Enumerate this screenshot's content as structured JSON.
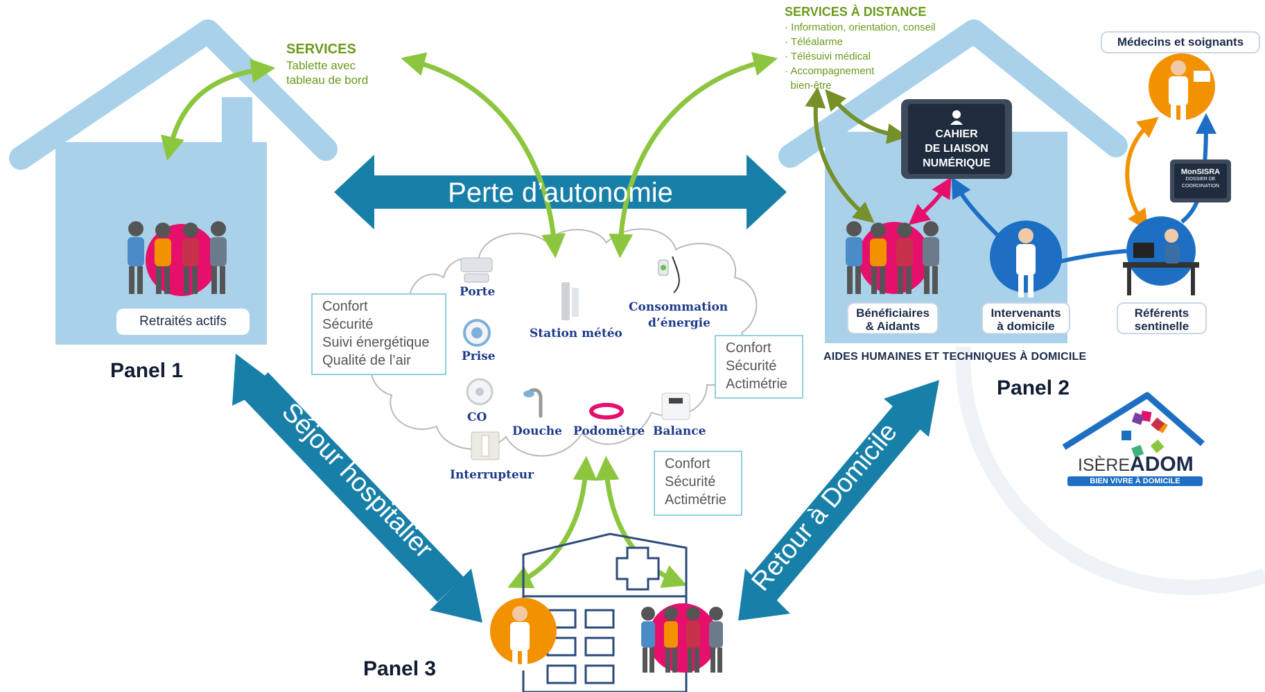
{
  "panels": {
    "panel1": "Panel 1",
    "panel2": "Panel 2",
    "panel3": "Panel 3"
  },
  "services_left": {
    "title": "SERVICES",
    "line1": "Tablette avec",
    "line2": "tableau de bord"
  },
  "services_remote": {
    "title": "SERVICES À DISTANCE",
    "items": [
      "· Information, orientation, conseil",
      "· Téléalarme",
      "· Télésuivi médical",
      "· Accompagnement",
      "  bien-être"
    ]
  },
  "arrows": {
    "main": "Perte d’autonomie",
    "left": "Séjour hospitalier",
    "right": "Retour à Domicile"
  },
  "boxes": {
    "left": [
      "Confort",
      "Sécurité",
      "Suivi énergétique",
      "Qualité de l’air"
    ],
    "right": [
      "Confort",
      "Sécurité",
      "Actimétrie"
    ],
    "bottom": [
      "Confort",
      "Sécurité",
      "Actimétrie"
    ]
  },
  "devices": {
    "porte": "Porte",
    "prise": "Prise",
    "co": "CO",
    "interrupteur": "Interrupteur",
    "station": "Station météo",
    "conso1": "Consommation",
    "conso2": "d’énergie",
    "douche": "Douche",
    "podometre": "Podomètre",
    "balance": "Balance"
  },
  "house1": {
    "label": "Retraités actifs"
  },
  "house2": {
    "tablet1": "CAHIER",
    "tablet2": "DE LIAISON",
    "tablet3": "NUMÉRIQUE",
    "beneficiaires1": "Bénéficiaires",
    "beneficiaires2": "& Aidants",
    "intervenants1": "Intervenants",
    "intervenants2": "à domicile",
    "referents1": "Référents",
    "referents2": "sentinelle",
    "medecins": "Médecins et soignants",
    "monsisra1": "MonSISRA",
    "monsisra2": "DOSSIER DE",
    "monsisra3": "COORDINATION",
    "footer": "AIDES HUMAINES ET TECHNIQUES À DOMICILE"
  },
  "logo": {
    "name1": "ISÈRE",
    "name2": "ADOM",
    "tagline": "BIEN VIVRE À DOMICILE"
  },
  "colors": {
    "house_blue": "#a9d2ea",
    "arrow_teal": "#1880a8",
    "arrow_green": "#8cc63f",
    "arrow_olive": "#76902a",
    "magenta": "#e6106c",
    "orange": "#f39200",
    "blue_circle": "#1d6fc4"
  }
}
